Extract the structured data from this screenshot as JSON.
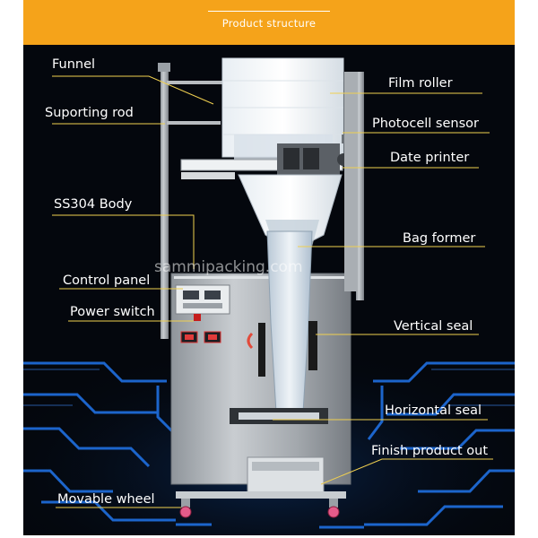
{
  "header": {
    "title": "Product structure"
  },
  "watermark": "sammipacking.com",
  "labels": {
    "funnel": "Funnel",
    "supporting_rod": "Suporting rod",
    "ss304_body": "SS304 Body",
    "control_panel": "Control panel",
    "power_switch": "Power switch",
    "movable_wheel": "Movable wheel",
    "film_roller": "Film roller",
    "photocell_sensor": "Photocell sensor",
    "date_printer": "Date printer",
    "bag_former": "Bag former",
    "vertical_seal": "Vertical seal",
    "horizontal_seal": "Horizontal seal",
    "finish_product_out": "Finish product out"
  },
  "colors": {
    "header": "#f5a31a",
    "background": "#04070d",
    "grid": "#1f6fe0",
    "leader": "#f0d050"
  }
}
